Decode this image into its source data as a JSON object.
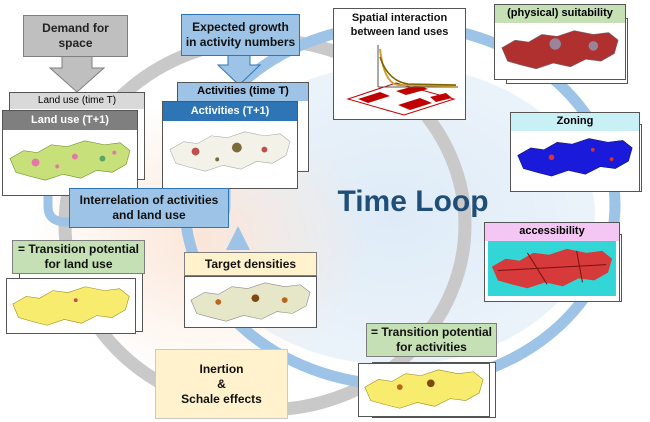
{
  "title": "Time Loop",
  "boxes": {
    "demand": "Demand for\nspace",
    "growth": "Expected growth\nin activity numbers",
    "land_use_t": "Land use (time T)",
    "land_use_t1": "Land use (T+1)",
    "activities_t": "Activities (time T)",
    "activities_t1": "Activities (T+1)",
    "interrelation": "Interrelation of activities\nand land use",
    "spatial": "Spatial interaction\nbetween land uses",
    "suitability": "(physical) suitability",
    "zoning": "Zoning",
    "accessibility": "accessibility",
    "tp_land_use": "= Transition potential\nfor land use",
    "target_densities": "Target densities",
    "tp_activities": "= Transition potential\nfor activities",
    "inertion": "Inertion\n&\nSchale effects"
  },
  "colors": {
    "loop_blue": "#9dc3e6",
    "loop_grey": "#c9c9c9",
    "light_blue_fill": "#deebf7",
    "blue_box": "#9dc3e6",
    "dark_blue_box": "#2e75b6",
    "green_box": "#c5e0b4",
    "grey_box": "#bfbfbf",
    "dark_grey_box": "#7f7f7f",
    "yellow_box": "#fff2cc",
    "pink_box": "#f4c6f4",
    "title_color": "#1f4e79"
  }
}
